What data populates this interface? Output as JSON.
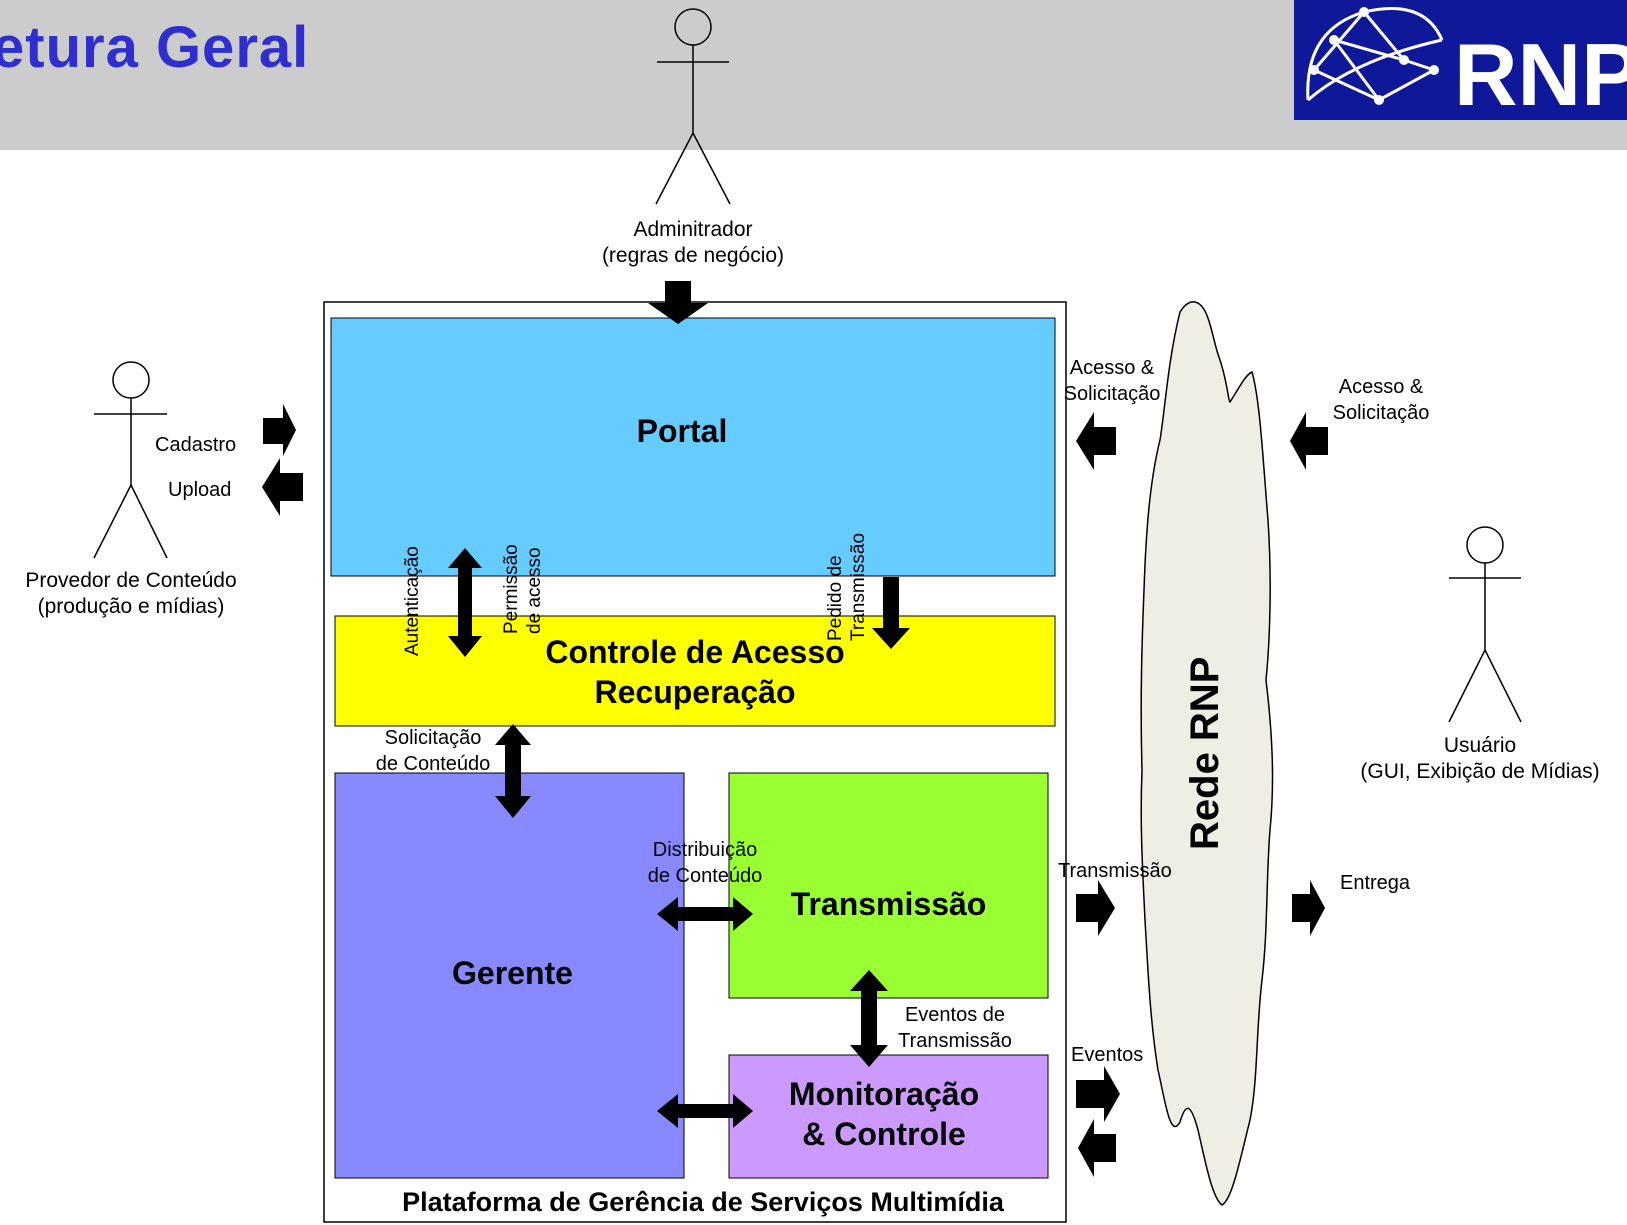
{
  "slide": {
    "title": "etura Geral"
  },
  "logo": {
    "text": "RNP",
    "bg_color": "#10189a"
  },
  "actors": {
    "admin": {
      "line1": "Adminitrador",
      "line2": "(regras de negócio)"
    },
    "provider": {
      "line1": "Provedor de Conteúdo",
      "line2": "(produção e mídias)"
    },
    "user": {
      "line1": "Usuário",
      "line2": "(GUI, Exibição de Mídias)"
    }
  },
  "flows": {
    "cadastro": "Cadastro",
    "upload": "Upload",
    "acesso_left": {
      "line1": "Acesso &",
      "line2": "Solicitação"
    },
    "acesso_right": {
      "line1": "Acesso &",
      "line2": "Solicitação"
    },
    "autenticacao": "Autenticação",
    "permissao": {
      "line1": "Permissão",
      "line2": "de acesso"
    },
    "pedido": {
      "line1": "Pedido de",
      "line2": "Transmissão"
    },
    "solicitacao": {
      "line1": "Solicitação",
      "line2": "de Conteúdo"
    },
    "distribuicao": {
      "line1": "Distribuição",
      "line2": "de Conteúdo"
    },
    "eventos_transmissao": {
      "line1": "Eventos de",
      "line2": "Transmissão"
    },
    "transmissao": "Transmissão",
    "eventos": "Eventos",
    "entrega": "Entrega"
  },
  "components": {
    "portal": {
      "label": "Portal",
      "color": "#66ccff"
    },
    "controle": {
      "line1": "Controle de Acesso",
      "line2": "Recuperação",
      "color": "#ffff00"
    },
    "gerente": {
      "label": "Gerente",
      "color": "#8888ff"
    },
    "transmissao": {
      "label": "Transmissão",
      "color": "#99ff33"
    },
    "monitoracao": {
      "line1": "Monitoração",
      "line2": "& Controle",
      "color": "#cc99ff"
    }
  },
  "platform": {
    "label": "Plataforma de Gerência de Serviços Multimídia"
  },
  "network": {
    "label": "Rede RNP",
    "color": "#eeeee4"
  }
}
